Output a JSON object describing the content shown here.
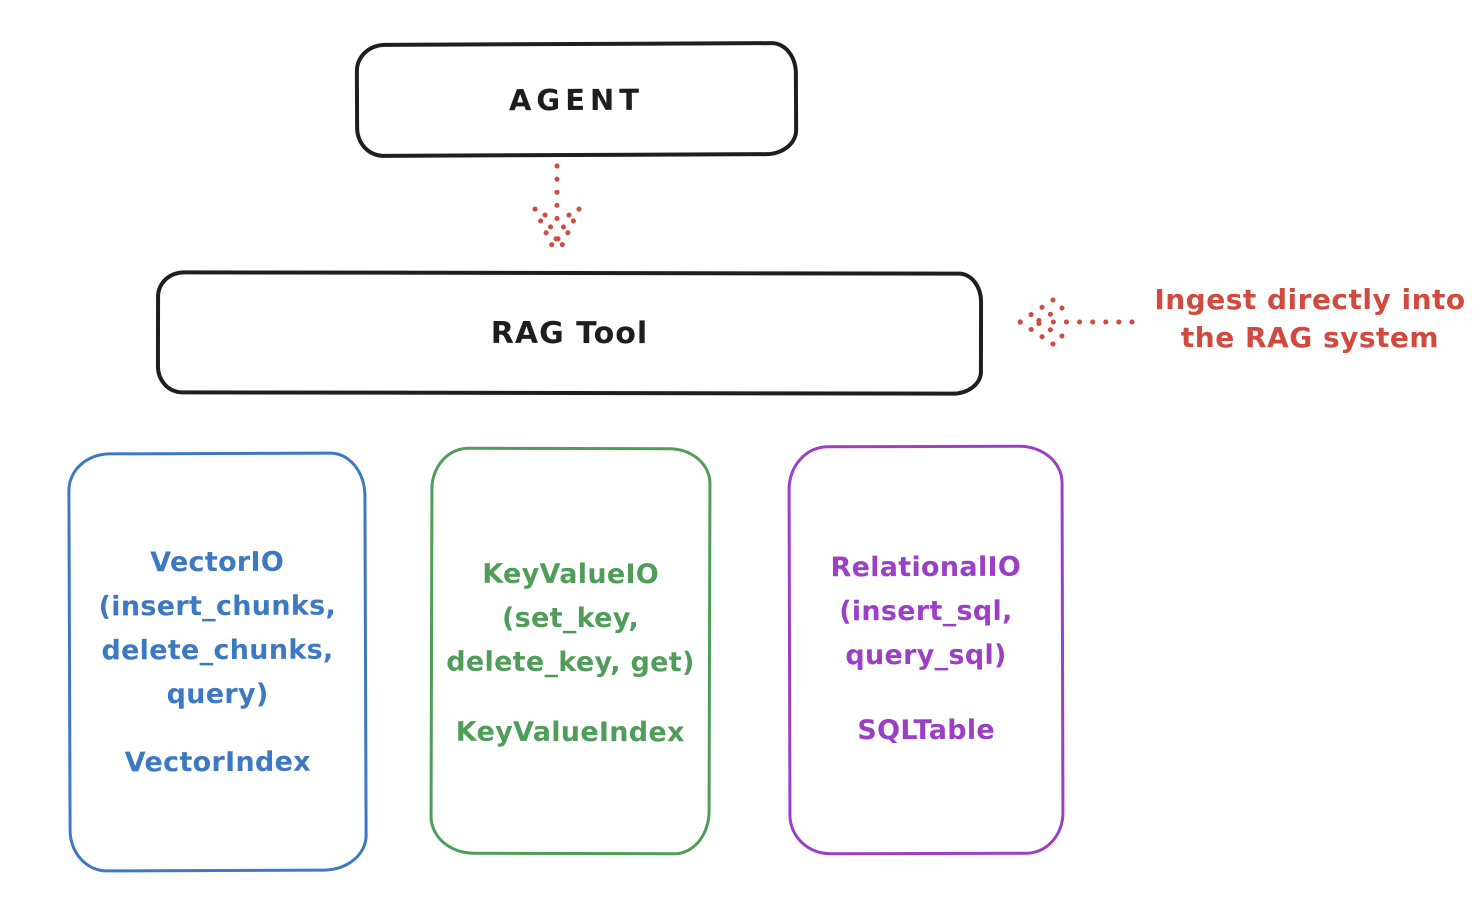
{
  "colors": {
    "ink": "#1e1e1e",
    "red": "#d14a40",
    "blue": "#3d79c2",
    "green": "#4f9d58",
    "purple": "#9b40c6"
  },
  "icons": {
    "agent_to_rag_arrow": "dotted-down-arrow",
    "ingest_arrow": "dotted-left-arrow"
  },
  "diagram": {
    "agent": {
      "label": "AGENT"
    },
    "rag_tool": {
      "label": "RAG Tool"
    },
    "annotation": {
      "line1": "Ingest directly into",
      "line2": "the RAG system"
    },
    "backends": [
      {
        "name": "vector-io",
        "color": "#3d79c2",
        "lines": [
          "VectorIO",
          "(insert_chunks,",
          "delete_chunks,",
          "query)"
        ],
        "index_label": "VectorIndex"
      },
      {
        "name": "keyvalue-io",
        "color": "#4f9d58",
        "lines": [
          "KeyValueIO",
          "(set_key,",
          "delete_key, get)"
        ],
        "index_label": "KeyValueIndex"
      },
      {
        "name": "relational-io",
        "color": "#9b40c6",
        "lines": [
          "RelationalIO",
          "(insert_sql,",
          "query_sql)"
        ],
        "index_label": "SQLTable"
      }
    ]
  }
}
